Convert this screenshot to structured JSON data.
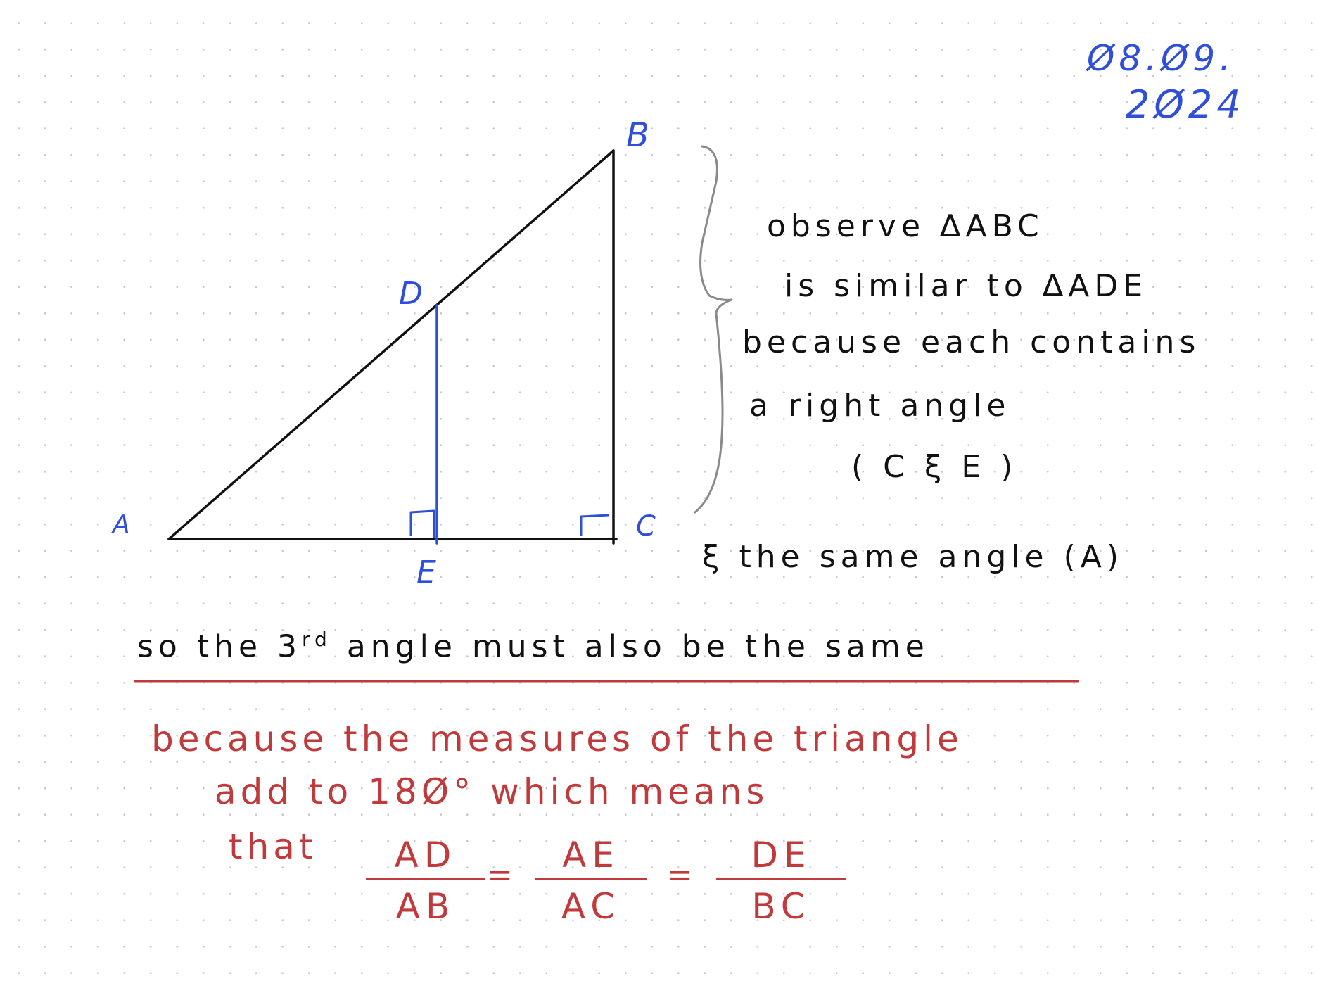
{
  "date": {
    "line1": "Ø8.Ø9.",
    "line2": "2Ø24"
  },
  "diagram": {
    "vertex_labels": {
      "A": "A",
      "B": "B",
      "C": "C",
      "D": "D",
      "E": "E"
    }
  },
  "notes": {
    "line1": "observe  ∆ABC",
    "line2": "is  similar  to  ∆ADE",
    "line3": "because  each  contains",
    "line4": "a  right  angle",
    "line5": "( C  ξ  E )",
    "line6": "ξ  the  same  angle (A)",
    "line7": "so  the  3",
    "line7_sup": "rd",
    "line7_rest": " angle  must  also  be  the  same"
  },
  "conclusion": {
    "line1": "because  the  measures  of  the  triangle",
    "line2": "add  to  18Ø° which  means",
    "line3": "that",
    "frac1": {
      "num": "AD",
      "den": "AB"
    },
    "frac2": {
      "num": "AE",
      "den": "AC"
    },
    "frac3": {
      "num": "DE",
      "den": "BC"
    },
    "eq": "="
  },
  "colors": {
    "blue_ink": "#2f4fd8",
    "black_ink": "#111111",
    "red_ink": "#c0393b",
    "gray_brace": "#8a8a8a"
  }
}
